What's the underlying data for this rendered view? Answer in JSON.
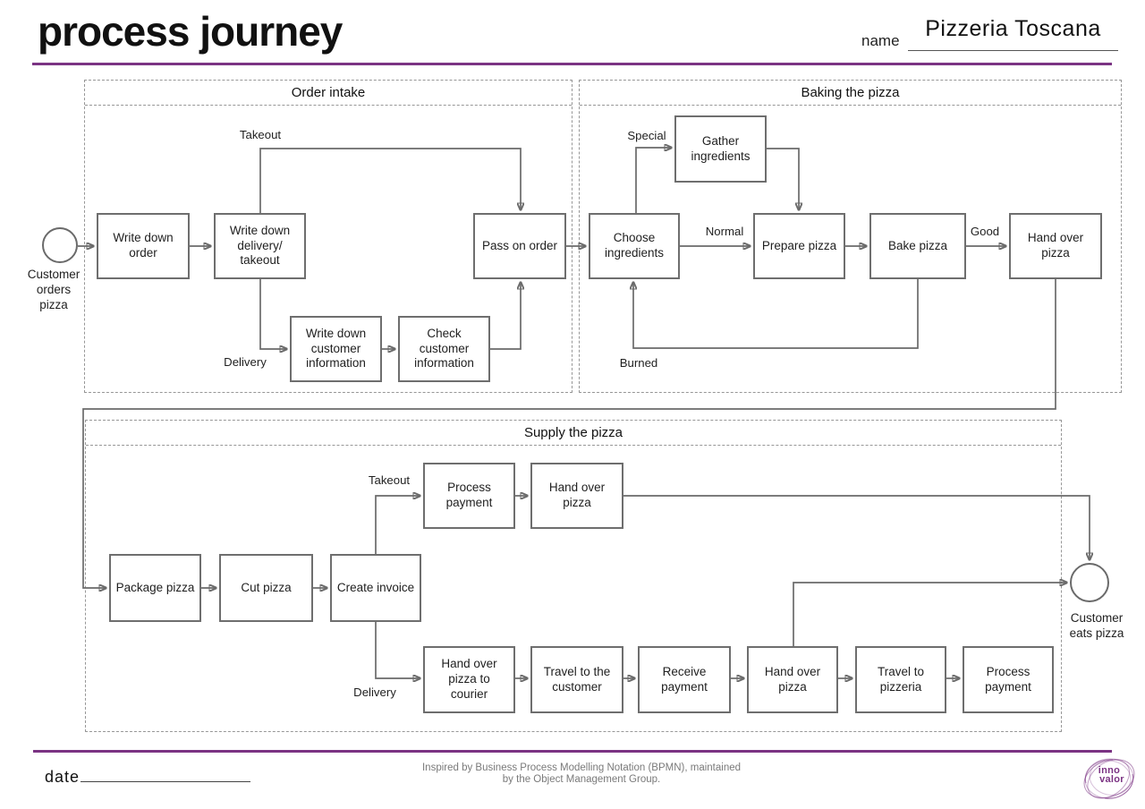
{
  "header": {
    "title": "process journey",
    "name_label": "name",
    "name_value": "Pizzeria Toscana"
  },
  "sections": {
    "order_intake": "Order intake",
    "baking": "Baking the pizza",
    "supply": "Supply the pizza"
  },
  "events": {
    "start": "Customer\norders\npizza",
    "end": "Customer\neats pizza"
  },
  "nodes": {
    "write_order": "Write down\norder",
    "write_delivery": "Write down\ndelivery/\ntakeout",
    "pass_order": "Pass on order",
    "write_customer": "Write down\ncustomer\ninformation",
    "check_customer": "Check\ncustomer\ninformation",
    "choose": "Choose\ningredients",
    "gather": "Gather\ningredients",
    "prepare": "Prepare pizza",
    "bake": "Bake pizza",
    "handover_bake": "Hand over\npizza",
    "package": "Package pizza",
    "cut": "Cut pizza",
    "create_invoice": "Create invoice",
    "process_payment_takeout": "Process\npayment",
    "handover_takeout": "Hand over\npizza",
    "handover_courier": "Hand over\npizza to\ncourier",
    "travel_customer": "Travel to the\ncustomer",
    "receive_payment": "Receive\npayment",
    "handover_delivery": "Hand over\npizza",
    "travel_pizzeria": "Travel to\npizzeria",
    "process_payment_delivery": "Process\npayment"
  },
  "labels": {
    "takeout_intake": "Takeout",
    "delivery_intake": "Delivery",
    "special": "Special",
    "normal": "Normal",
    "good": "Good",
    "burned": "Burned",
    "takeout_supply": "Takeout",
    "delivery_supply": "Delivery"
  },
  "footer": {
    "date_label": "date",
    "credit": "Inspired by Business Process Modelling Notation (BPMN), maintained\nby the Object Management Group.",
    "logo_top": "inno",
    "logo_bottom": "valor"
  },
  "colors": {
    "accent_purple": "#7b3383",
    "box_border": "#6e6e6e",
    "dashed_border": "#979797",
    "credit_gray": "#7a7a7a"
  },
  "diagram": {
    "edges": [
      {
        "from": "start_event",
        "to": "write_order",
        "label": ""
      },
      {
        "from": "write_order",
        "to": "write_delivery",
        "label": ""
      },
      {
        "from": "write_delivery",
        "to": "pass_order",
        "label": "Takeout"
      },
      {
        "from": "write_delivery",
        "to": "write_customer",
        "label": "Delivery"
      },
      {
        "from": "write_customer",
        "to": "check_customer",
        "label": ""
      },
      {
        "from": "check_customer",
        "to": "pass_order",
        "label": ""
      },
      {
        "from": "pass_order",
        "to": "choose",
        "label": ""
      },
      {
        "from": "choose",
        "to": "gather",
        "label": "Special"
      },
      {
        "from": "gather",
        "to": "prepare",
        "label": ""
      },
      {
        "from": "choose",
        "to": "prepare",
        "label": "Normal"
      },
      {
        "from": "prepare",
        "to": "bake",
        "label": ""
      },
      {
        "from": "bake",
        "to": "handover_bake",
        "label": "Good"
      },
      {
        "from": "bake",
        "to": "choose",
        "label": "Burned"
      },
      {
        "from": "handover_bake",
        "to": "package",
        "label": ""
      },
      {
        "from": "package",
        "to": "cut",
        "label": ""
      },
      {
        "from": "cut",
        "to": "create_invoice",
        "label": ""
      },
      {
        "from": "create_invoice",
        "to": "process_payment_takeout",
        "label": "Takeout"
      },
      {
        "from": "process_payment_takeout",
        "to": "handover_takeout",
        "label": ""
      },
      {
        "from": "handover_takeout",
        "to": "end_event",
        "label": ""
      },
      {
        "from": "create_invoice",
        "to": "handover_courier",
        "label": "Delivery"
      },
      {
        "from": "handover_courier",
        "to": "travel_customer",
        "label": ""
      },
      {
        "from": "travel_customer",
        "to": "receive_payment",
        "label": ""
      },
      {
        "from": "receive_payment",
        "to": "handover_delivery",
        "label": ""
      },
      {
        "from": "handover_delivery",
        "to": "end_event",
        "label": ""
      },
      {
        "from": "handover_delivery",
        "to": "travel_pizzeria",
        "label": ""
      },
      {
        "from": "travel_pizzeria",
        "to": "process_payment_delivery",
        "label": ""
      }
    ]
  }
}
